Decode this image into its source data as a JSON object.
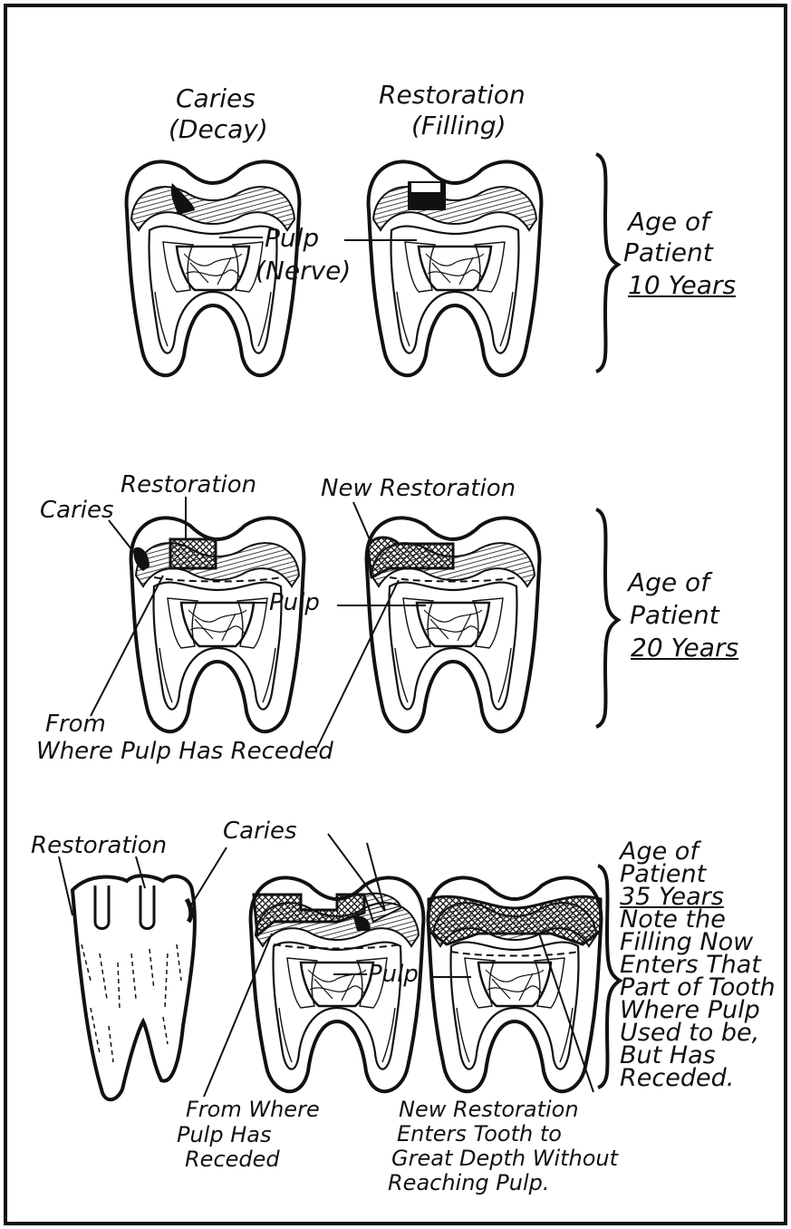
{
  "row1": {
    "caries": "Caries",
    "decay": "(Decay)",
    "restoration": "Restoration",
    "filling": "(Filling)",
    "pulp": "Pulp",
    "nerve": "(Nerve)",
    "age_l1": "Age of",
    "age_l2": "Patient",
    "age_l3": "10 Years"
  },
  "row2": {
    "restoration": "Restoration",
    "caries": "Caries",
    "new_restoration": "New Restoration",
    "pulp": "Pulp",
    "from": "From",
    "receded": "Where Pulp Has Receded",
    "age_l1": "Age of",
    "age_l2": "Patient",
    "age_l3": "20 Years"
  },
  "row3": {
    "restoration": "Restoration",
    "caries": "Caries",
    "pulp": "Pulp",
    "from_l1": "From Where",
    "from_l2": "Pulp Has",
    "from_l3": "Receded",
    "new_l1": "New Restoration",
    "new_l2": "Enters Tooth to",
    "new_l3": "Great Depth Without",
    "new_l4": "Reaching Pulp.",
    "side_lines": [
      "Age of",
      "Patient",
      "35 Years",
      "Note the",
      "Filling Now",
      "Enters That",
      "Part of Tooth",
      "Where Pulp",
      "Used to be,",
      "But Has",
      "Receded."
    ]
  }
}
